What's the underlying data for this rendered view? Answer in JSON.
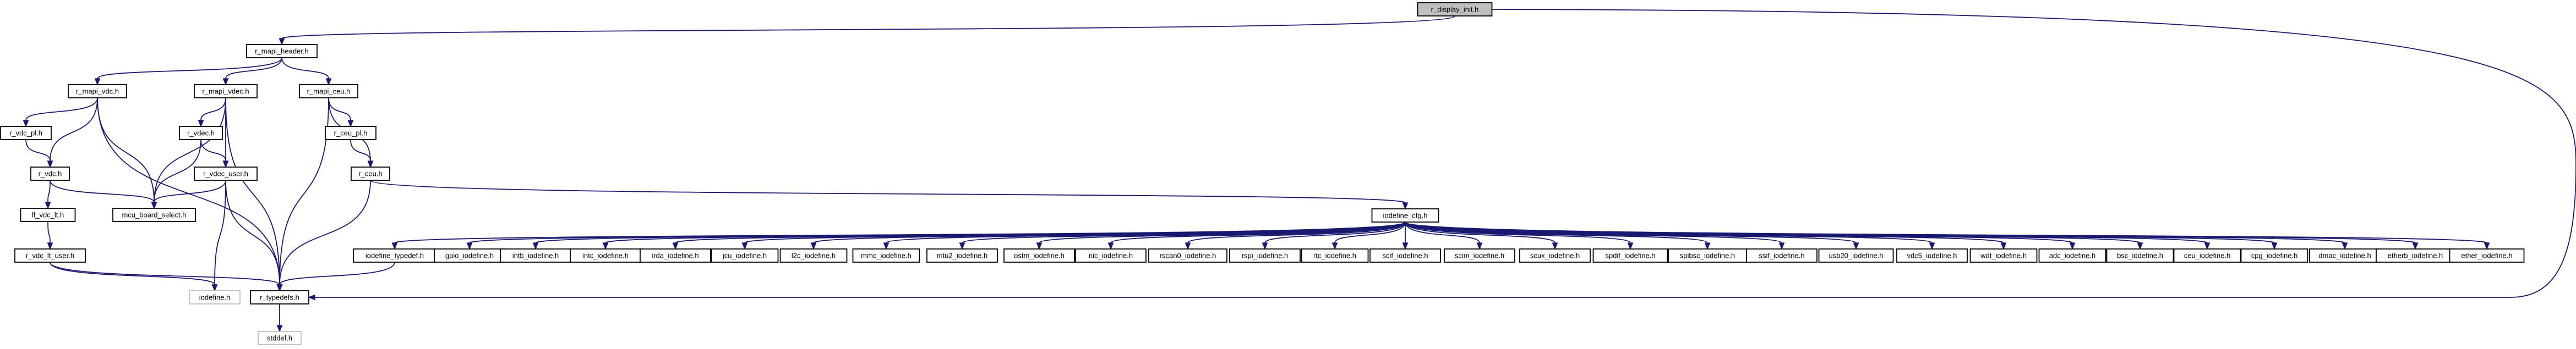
{
  "diagram": {
    "type": "include-dependency-graph",
    "root": "r_display_init.h",
    "nodes": [
      {
        "id": "r_display_init",
        "label": "r_display_init.h",
        "style": "root"
      },
      {
        "id": "r_mapi_header",
        "label": "r_mapi_header.h"
      },
      {
        "id": "r_mapi_vdc",
        "label": "r_mapi_vdc.h"
      },
      {
        "id": "r_mapi_vdec",
        "label": "r_mapi_vdec.h"
      },
      {
        "id": "r_mapi_ceu",
        "label": "r_mapi_ceu.h"
      },
      {
        "id": "r_vdc_pl",
        "label": "r_vdc_pl.h"
      },
      {
        "id": "r_vdec",
        "label": "r_vdec.h"
      },
      {
        "id": "r_ceu_pl",
        "label": "r_ceu_pl.h"
      },
      {
        "id": "r_vdc",
        "label": "r_vdc.h"
      },
      {
        "id": "r_vdec_user",
        "label": "r_vdec_user.h"
      },
      {
        "id": "r_ceu",
        "label": "r_ceu.h"
      },
      {
        "id": "mcu_board_select",
        "label": "mcu_board_select.h"
      },
      {
        "id": "lf_vdc_lt",
        "label": "lf_vdc_lt.h"
      },
      {
        "id": "r_vdc_lt_user",
        "label": "r_vdc_lt_user.h"
      },
      {
        "id": "iodefine_cfg",
        "label": "iodefine_cfg.h"
      },
      {
        "id": "iodefine_typedef",
        "label": "iodefine_typedef.h"
      },
      {
        "id": "gpio_iodefine",
        "label": "gpio_iodefine.h"
      },
      {
        "id": "intb_iodefine",
        "label": "intb_iodefine.h"
      },
      {
        "id": "intc_iodefine",
        "label": "intc_iodefine.h"
      },
      {
        "id": "irda_iodefine",
        "label": "irda_iodefine.h"
      },
      {
        "id": "jcu_iodefine",
        "label": "jcu_iodefine.h"
      },
      {
        "id": "l2c_iodefine",
        "label": "l2c_iodefine.h"
      },
      {
        "id": "mmc_iodefine",
        "label": "mmc_iodefine.h"
      },
      {
        "id": "mtu2_iodefine",
        "label": "mtu2_iodefine.h"
      },
      {
        "id": "ostm_iodefine",
        "label": "ostm_iodefine.h"
      },
      {
        "id": "riic_iodefine",
        "label": "riic_iodefine.h"
      },
      {
        "id": "rscan0_iodefine",
        "label": "rscan0_iodefine.h"
      },
      {
        "id": "rspi_iodefine",
        "label": "rspi_iodefine.h"
      },
      {
        "id": "rtc_iodefine",
        "label": "rtc_iodefine.h"
      },
      {
        "id": "scif_iodefine",
        "label": "scif_iodefine.h"
      },
      {
        "id": "scim_iodefine",
        "label": "scim_iodefine.h"
      },
      {
        "id": "scux_iodefine",
        "label": "scux_iodefine.h"
      },
      {
        "id": "spdif_iodefine",
        "label": "spdif_iodefine.h"
      },
      {
        "id": "spibsc_iodefine",
        "label": "spibsc_iodefine.h"
      },
      {
        "id": "ssif_iodefine",
        "label": "ssif_iodefine.h"
      },
      {
        "id": "usb20_iodefine",
        "label": "usb20_iodefine.h"
      },
      {
        "id": "vdc5_iodefine",
        "label": "vdc5_iodefine.h"
      },
      {
        "id": "wdt_iodefine",
        "label": "wdt_iodefine.h"
      },
      {
        "id": "adc_iodefine",
        "label": "adc_iodefine.h"
      },
      {
        "id": "bsc_iodefine",
        "label": "bsc_iodefine.h"
      },
      {
        "id": "ceu_iodefine",
        "label": "ceu_iodefine.h"
      },
      {
        "id": "cpg_iodefine",
        "label": "cpg_iodefine.h"
      },
      {
        "id": "dmac_iodefine",
        "label": "dmac_iodefine.h"
      },
      {
        "id": "etherb_iodefine",
        "label": "etherb_iodefine.h"
      },
      {
        "id": "ether_iodefine",
        "label": "ether_iodefine.h"
      },
      {
        "id": "iodefine",
        "label": "iodefine.h",
        "style": "ext"
      },
      {
        "id": "r_typedefs",
        "label": "r_typedefs.h"
      },
      {
        "id": "stddef",
        "label": "stddef.h",
        "style": "ext"
      }
    ],
    "edges": [
      [
        "r_display_init",
        "r_mapi_header"
      ],
      [
        "r_display_init",
        "r_typedefs"
      ],
      [
        "r_mapi_header",
        "r_mapi_vdc"
      ],
      [
        "r_mapi_header",
        "r_mapi_vdec"
      ],
      [
        "r_mapi_header",
        "r_mapi_ceu"
      ],
      [
        "r_mapi_vdc",
        "r_vdc_pl"
      ],
      [
        "r_mapi_vdc",
        "r_vdc"
      ],
      [
        "r_mapi_vdc",
        "mcu_board_select"
      ],
      [
        "r_mapi_vdc",
        "r_typedefs"
      ],
      [
        "r_vdc_pl",
        "r_vdc"
      ],
      [
        "r_vdc",
        "mcu_board_select"
      ],
      [
        "r_vdc",
        "lf_vdc_lt"
      ],
      [
        "lf_vdc_lt",
        "r_vdc_lt_user"
      ],
      [
        "r_vdc_lt_user",
        "iodefine"
      ],
      [
        "r_vdc_lt_user",
        "r_typedefs"
      ],
      [
        "r_mapi_vdec",
        "r_vdec"
      ],
      [
        "r_mapi_vdec",
        "r_vdec_user"
      ],
      [
        "r_mapi_vdec",
        "mcu_board_select"
      ],
      [
        "r_mapi_vdec",
        "r_typedefs"
      ],
      [
        "r_vdec",
        "r_vdec_user"
      ],
      [
        "r_vdec",
        "mcu_board_select"
      ],
      [
        "r_vdec_user",
        "mcu_board_select"
      ],
      [
        "r_vdec_user",
        "iodefine"
      ],
      [
        "r_vdec_user",
        "r_typedefs"
      ],
      [
        "r_mapi_ceu",
        "r_ceu_pl"
      ],
      [
        "r_mapi_ceu",
        "r_ceu"
      ],
      [
        "r_mapi_ceu",
        "r_typedefs"
      ],
      [
        "r_ceu_pl",
        "r_ceu"
      ],
      [
        "r_ceu",
        "iodefine_cfg"
      ],
      [
        "r_ceu",
        "r_typedefs"
      ],
      [
        "iodefine_cfg",
        "iodefine_typedef"
      ],
      [
        "iodefine_cfg",
        "gpio_iodefine"
      ],
      [
        "iodefine_cfg",
        "intb_iodefine"
      ],
      [
        "iodefine_cfg",
        "intc_iodefine"
      ],
      [
        "iodefine_cfg",
        "irda_iodefine"
      ],
      [
        "iodefine_cfg",
        "jcu_iodefine"
      ],
      [
        "iodefine_cfg",
        "l2c_iodefine"
      ],
      [
        "iodefine_cfg",
        "mmc_iodefine"
      ],
      [
        "iodefine_cfg",
        "mtu2_iodefine"
      ],
      [
        "iodefine_cfg",
        "ostm_iodefine"
      ],
      [
        "iodefine_cfg",
        "riic_iodefine"
      ],
      [
        "iodefine_cfg",
        "rscan0_iodefine"
      ],
      [
        "iodefine_cfg",
        "rspi_iodefine"
      ],
      [
        "iodefine_cfg",
        "rtc_iodefine"
      ],
      [
        "iodefine_cfg",
        "scif_iodefine"
      ],
      [
        "iodefine_cfg",
        "scim_iodefine"
      ],
      [
        "iodefine_cfg",
        "scux_iodefine"
      ],
      [
        "iodefine_cfg",
        "spdif_iodefine"
      ],
      [
        "iodefine_cfg",
        "spibsc_iodefine"
      ],
      [
        "iodefine_cfg",
        "ssif_iodefine"
      ],
      [
        "iodefine_cfg",
        "usb20_iodefine"
      ],
      [
        "iodefine_cfg",
        "vdc5_iodefine"
      ],
      [
        "iodefine_cfg",
        "wdt_iodefine"
      ],
      [
        "iodefine_cfg",
        "adc_iodefine"
      ],
      [
        "iodefine_cfg",
        "bsc_iodefine"
      ],
      [
        "iodefine_cfg",
        "ceu_iodefine"
      ],
      [
        "iodefine_cfg",
        "cpg_iodefine"
      ],
      [
        "iodefine_cfg",
        "dmac_iodefine"
      ],
      [
        "iodefine_cfg",
        "etherb_iodefine"
      ],
      [
        "iodefine_cfg",
        "ether_iodefine"
      ],
      [
        "iodefine_typedef",
        "r_typedefs"
      ],
      [
        "r_typedefs",
        "stddef"
      ]
    ],
    "colors": {
      "edge": "#191970",
      "node_border": "#000000",
      "root_fill": "#bfbfbf",
      "external_border": "#bfbfbf"
    }
  }
}
